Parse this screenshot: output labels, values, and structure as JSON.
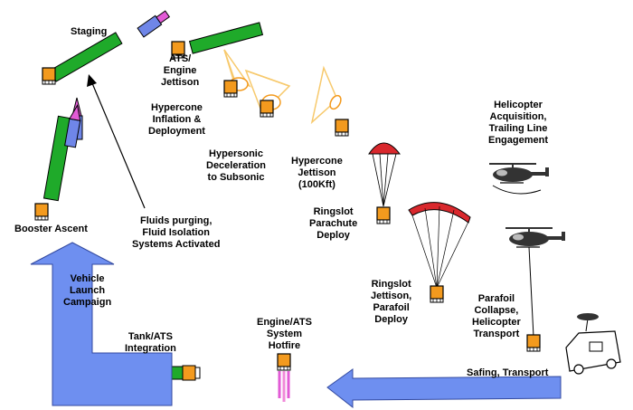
{
  "labels": {
    "staging": [
      "Staging"
    ],
    "ats_jettison": [
      "ATS/",
      "Engine",
      "Jettison"
    ],
    "hypercone_inflation": [
      "Hypercone",
      "Inflation &",
      "Deployment"
    ],
    "hypersonic_decel": [
      "Hypersonic",
      "Deceleration",
      "to Subsonic"
    ],
    "hypercone_jettison": [
      "Hypercone",
      "Jettison",
      "(100Kft)"
    ],
    "helicopter_acquisition": [
      "Helicopter",
      "Acquisition,",
      "Trailing Line",
      "Engagement"
    ],
    "booster_ascent": [
      "Booster Ascent"
    ],
    "fluids_purging": [
      "Fluids purging,",
      "Fluid Isolation",
      "Systems Activated"
    ],
    "ringslot_deploy": [
      "Ringslot",
      "Parachute",
      "Deploy"
    ],
    "vehicle_launch": [
      "Vehicle",
      "Launch",
      "Campaign"
    ],
    "ringslot_jettison": [
      "Ringslot",
      "Jettison,",
      "Parafoil",
      "Deploy"
    ],
    "parafoil_collapse": [
      "Parafoil",
      "Collapse,",
      "Helicopter",
      "Transport"
    ],
    "engine_hotfire": [
      "Engine/ATS",
      "System",
      "Hotfire"
    ],
    "tank_integration": [
      "Tank/ATS",
      "Integration"
    ],
    "safing_transport": [
      "Safing, Transport"
    ]
  },
  "colors": {
    "booster_green": "#1faa2a",
    "module_orange": "#f39a1e",
    "upper_stage_blue": "#6f86e8",
    "nose_magenta": "#e25bd6",
    "cone_yellow": "#f7c96c",
    "ringslot_red": "#d9282d",
    "arrow_blue": "#6e8ff0",
    "helicopter_dark": "#333333"
  },
  "icons": [
    "launch-vehicle-icon",
    "ats-module-icon",
    "hypercone-icon",
    "ringslot-parachute-icon",
    "parafoil-icon",
    "helicopter-icon",
    "transport-truck-icon",
    "flow-arrow-icon"
  ]
}
